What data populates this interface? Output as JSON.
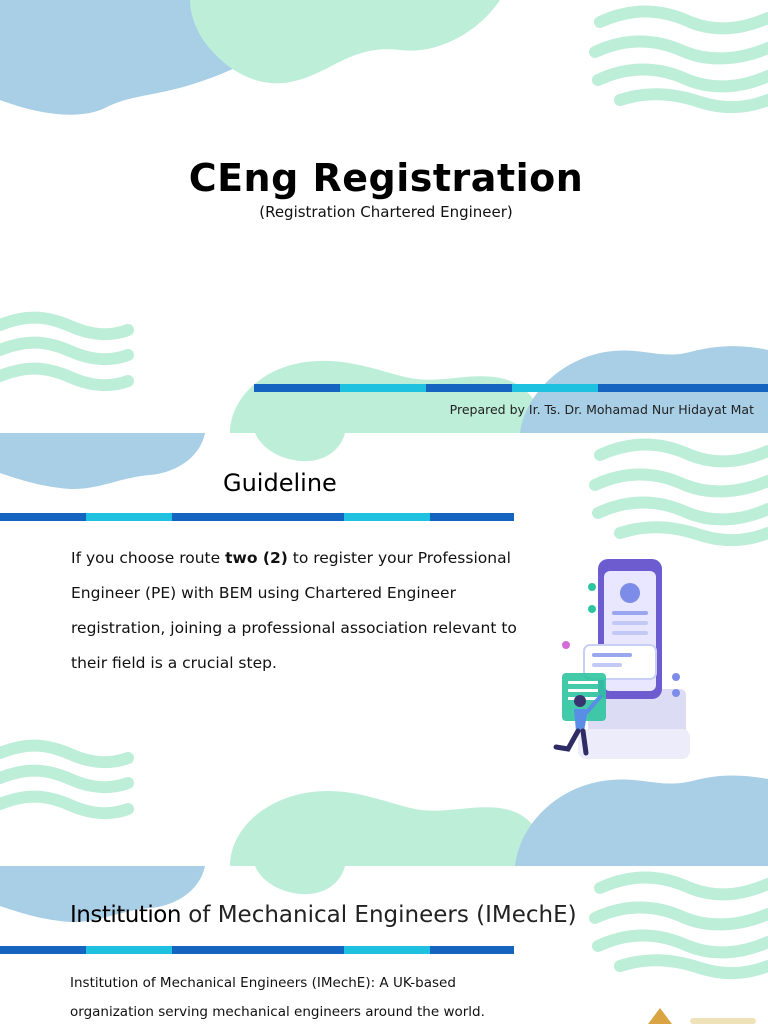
{
  "slide1": {
    "title": "CEng Registration",
    "subtitle": "(Registration Chartered Engineer)",
    "prepared_by": "Prepared by Ir. Ts. Dr. Mohamad Nur Hidayat Mat"
  },
  "slide2": {
    "heading": "Guideline",
    "body_before": "If you choose route ",
    "body_bold": "two (2)",
    "body_after": " to register your Professional Engineer (PE) with BEM using Chartered Engineer registration, joining a professional association relevant to their field is a crucial step."
  },
  "slide3": {
    "heading_lead": "Institution",
    "heading_rest": " of Mechanical Engineers (IMechE)",
    "body": "Institution of Mechanical Engineers (IMechE): A UK-based organization serving mechanical engineers around the world. IMechE provides a"
  },
  "colors": {
    "blob_blue": "#a8cfe6",
    "blob_mint": "#bdeed7",
    "bar_dark": "#1565c0",
    "bar_light": "#1ec2e0"
  }
}
